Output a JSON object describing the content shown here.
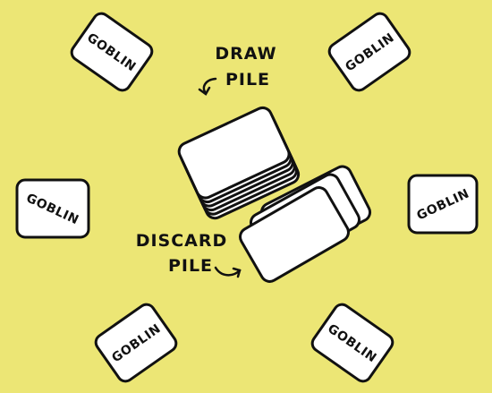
{
  "background_color": "#ece675",
  "card_fill": "#ffffff",
  "ink_color": "#111111",
  "players": [
    {
      "label": "GOBLIN"
    },
    {
      "label": "GOBLIN"
    },
    {
      "label": "GOBLIN"
    },
    {
      "label": "GOBLIN"
    },
    {
      "label": "GOBLIN"
    },
    {
      "label": "GOBLIN"
    }
  ],
  "draw_pile": {
    "line1": "DRAW",
    "line2": "PILE",
    "arrow_icon": "curved-arrow-icon"
  },
  "discard_pile": {
    "line1": "DISCARD",
    "line2": "PILE",
    "arrow_icon": "curved-arrow-icon"
  }
}
